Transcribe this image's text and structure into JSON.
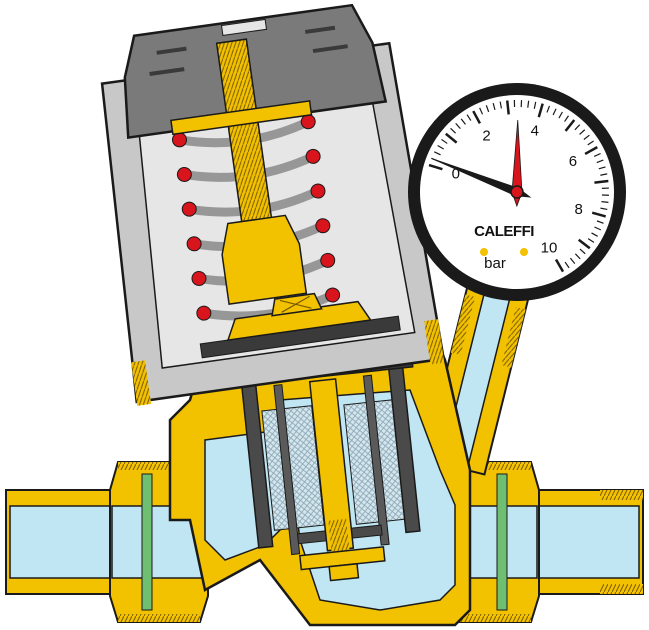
{
  "gauge": {
    "brand": "CALEFFI",
    "unit": "bar",
    "scale": [
      "0",
      "2",
      "4",
      "6",
      "8",
      "10"
    ],
    "reading_bar": 3.2,
    "set_point_bar": 3.3
  },
  "colors": {
    "brass": "#f2c100",
    "brass_dark": "#b8860b",
    "water": "#bfe6f2",
    "housing_grey": "#c8c8c8",
    "cap_grey": "#7a7a7a",
    "spring_red": "#d8141c",
    "outline": "#1a1a1a",
    "seal_green": "#6fbf73"
  },
  "icons": [
    "pressure-gauge-icon",
    "spring-icon",
    "adjusting-screw-icon",
    "diaphragm-icon",
    "cartridge-icon"
  ]
}
